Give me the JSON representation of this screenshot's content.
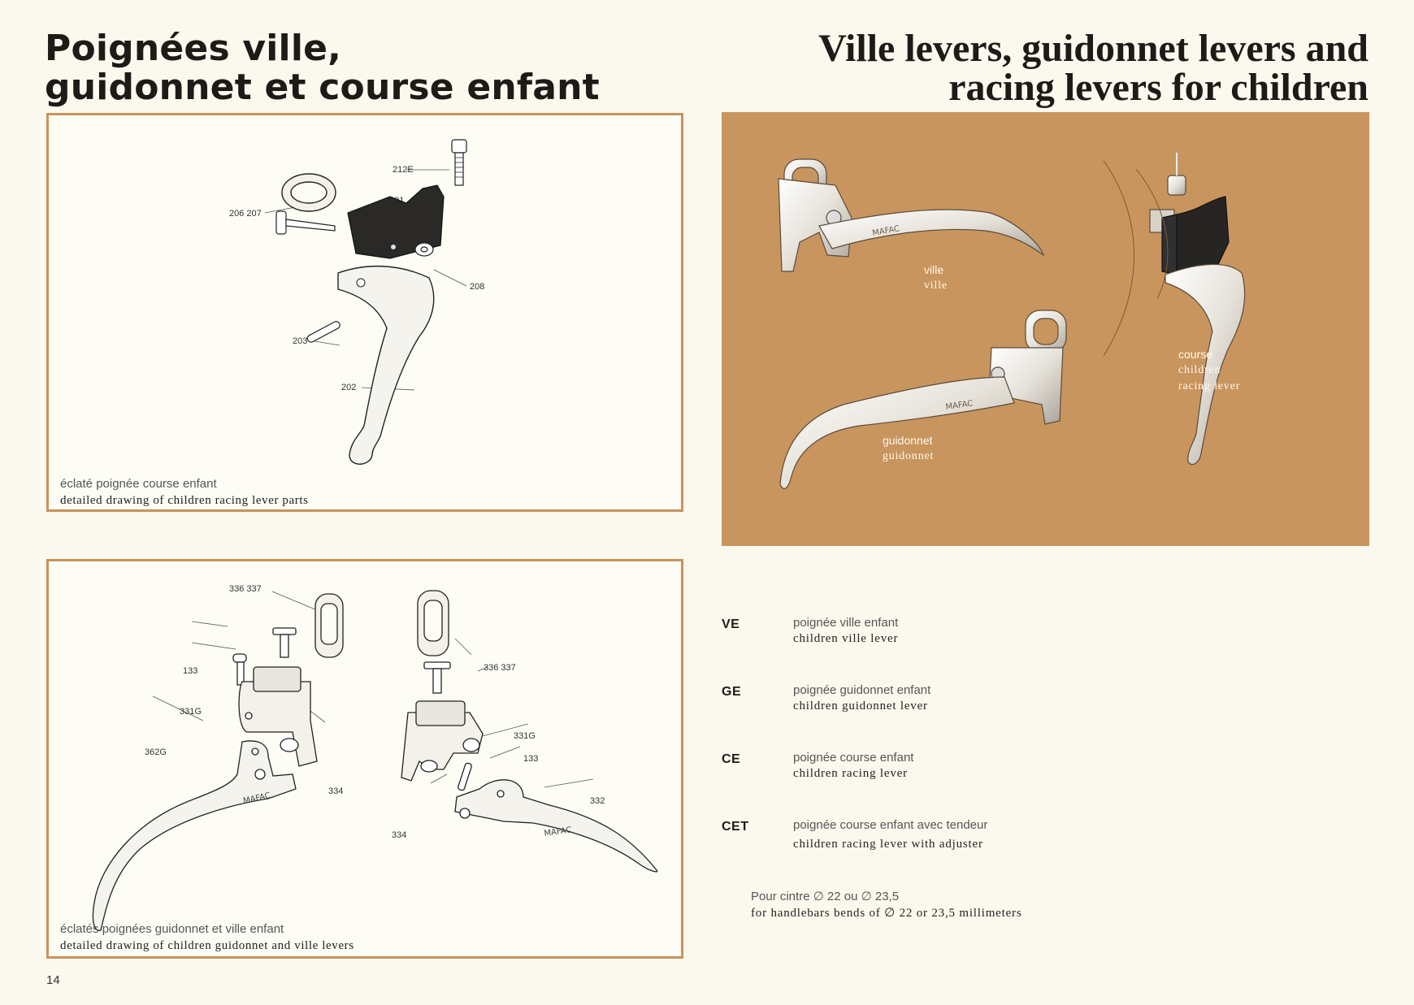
{
  "title_fr": {
    "line1": "Poignées ville,",
    "line2": "guidonnet et course enfant"
  },
  "title_en": {
    "line1": "Ville levers, guidonnet levers and",
    "line2": "racing levers for children"
  },
  "figure1": {
    "parts": {
      "p212e": "212E",
      "p201": "201",
      "p206": "206 207",
      "p208": "208",
      "p203": "203",
      "p202": "202"
    },
    "caption_fr": "éclaté poignée course enfant",
    "caption_en": "detailed drawing of children racing lever parts"
  },
  "figure2": {
    "parts": {
      "p336a": "336 337",
      "p133a": "133",
      "p331a": "331G",
      "p362": "362G",
      "p334a": "334",
      "p336b": "336 337",
      "p331b": "331G",
      "p133b": "133",
      "p332": "332",
      "p334b": "334"
    },
    "brand": "MAFAC",
    "caption_fr": "éclatés poignées guidonnet et ville enfant",
    "caption_en": "detailed drawing of children guidonnet and ville levers"
  },
  "photo": {
    "brand": "MAFAC",
    "ville_fr": "ville",
    "ville_en": "ville",
    "guidonnet_fr": "guidonnet",
    "guidonnet_en": "guidonnet",
    "course_fr": "course",
    "course_en1": "children",
    "course_en2": "racing lever",
    "colors": {
      "background": "#c8955e",
      "label": "#fff8ea"
    }
  },
  "models": [
    {
      "code": "VE",
      "fr": "poignée ville enfant",
      "en": "children ville lever"
    },
    {
      "code": "GE",
      "fr": "poignée guidonnet enfant",
      "en": "children guidonnet lever"
    },
    {
      "code": "CE",
      "fr": "poignée course enfant",
      "en": "children racing lever"
    },
    {
      "code": "CET",
      "fr": "poignée course enfant avec tendeur",
      "en": "children racing lever with adjuster"
    }
  ],
  "note": {
    "fr": "Pour cintre ∅ 22 ou ∅ 23,5",
    "en": "for handlebars bends of ∅ 22 or 23,5 millimeters"
  },
  "page_number": "14",
  "colors": {
    "frame": "#c9935b",
    "page": "#fbf9ee"
  }
}
